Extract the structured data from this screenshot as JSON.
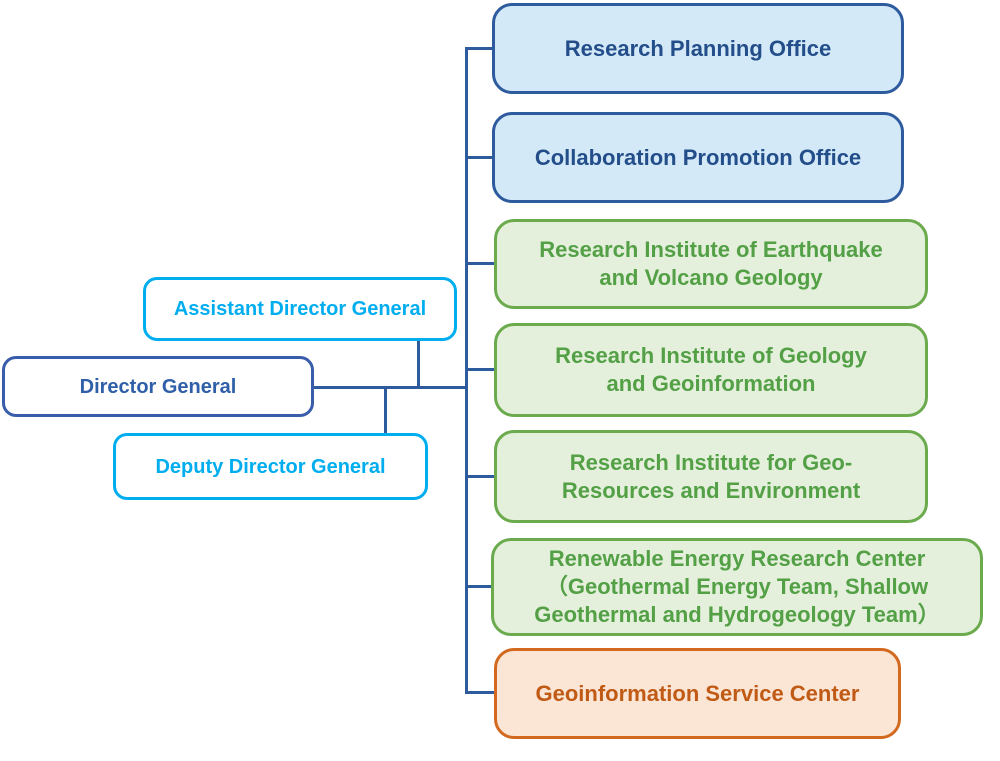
{
  "palette": {
    "line": "#2E5B9E",
    "blue-fill": "#D3E9F8",
    "blue-border": "#2E5B9E",
    "blue-text": "#234E8A",
    "cyan": "#00AEEF",
    "navy-border": "#3A5DAB",
    "navy-text": "#2F5FA8",
    "green-fill": "#E4F0DB",
    "green-border": "#6BAB4D",
    "green-text": "#53A046",
    "orange-fill": "#FBE5D5",
    "orange-border": "#D2691E",
    "orange-text": "#C05A15",
    "background": "#FFFFFF"
  },
  "org_chart": {
    "leadership": [
      {
        "label": "Assistant Director General"
      },
      {
        "label": "Director General"
      },
      {
        "label": "Deputy Director General"
      }
    ],
    "units": [
      {
        "label": "Research Planning Office"
      },
      {
        "label": "Collaboration Promotion Office"
      },
      {
        "label": "Research Institute of Earthquake\nand Volcano Geology"
      },
      {
        "label": "Research Institute of Geology\nand Geoinformation"
      },
      {
        "label": "Research Institute for Geo-\nResources and Environment"
      },
      {
        "label": "Renewable Energy Research Center\n（Geothermal Energy Team, Shallow\nGeothermal and Hydrogeology Team）"
      },
      {
        "label": "Geoinformation Service Center"
      }
    ]
  }
}
